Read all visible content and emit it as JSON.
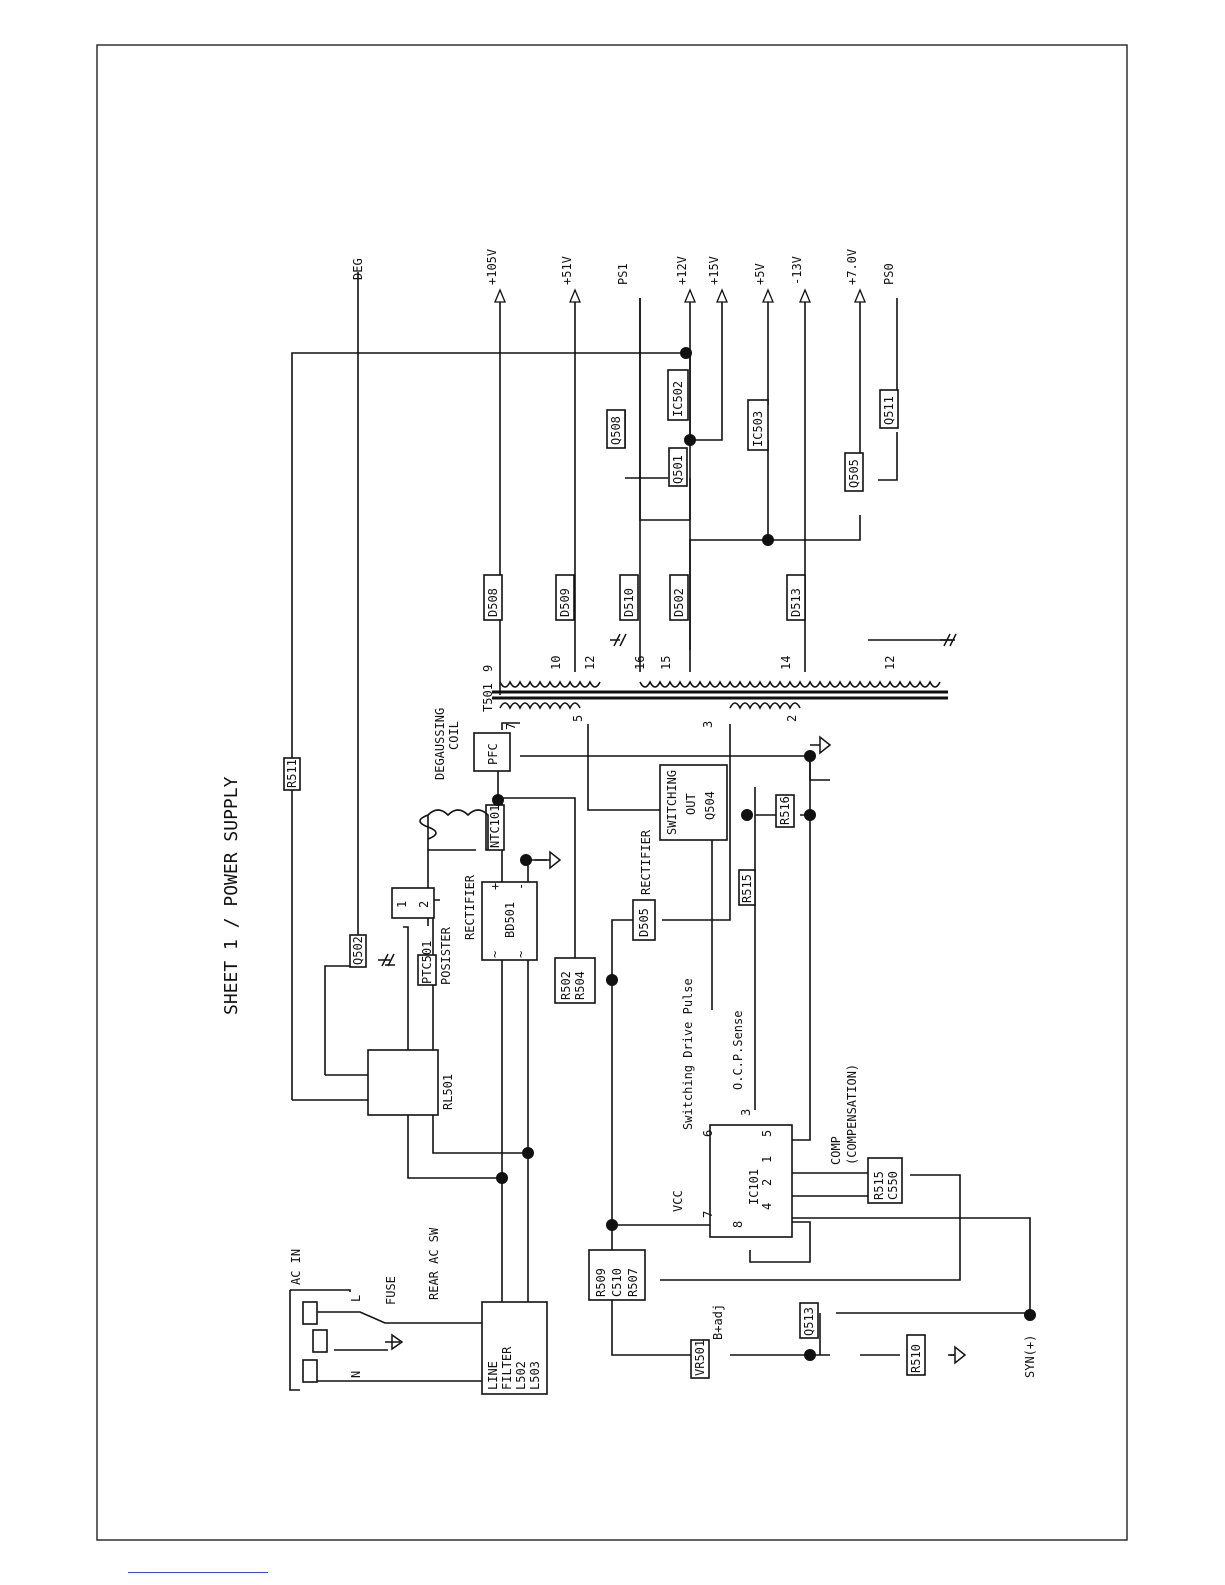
{
  "title": "SHEET 1 / POWER SUPPLY",
  "ac_input": {
    "connector": "AC IN",
    "pins": [
      "L",
      "N"
    ],
    "fuse": "FUSE",
    "switch": "REAR AC SW"
  },
  "line_filter": [
    "LINE",
    "FILTER",
    "L502",
    "L503"
  ],
  "signals": {
    "deg": "DEG",
    "degaussing": [
      "DEGAUSSING",
      "COIL"
    ],
    "rectifier_1": "RECTIFIER",
    "rectifier_2": "RECTIFIER",
    "posister": "POSISTER",
    "drive_pulse": "Switching Drive Pulse",
    "ocp_sense": "O.C.P.Sense",
    "comp": [
      "COMP",
      "(COMPENSATION)"
    ],
    "vcc": "VCC",
    "badj": "B+adj",
    "syn": "SYN(+)"
  },
  "components": {
    "r511": "R511",
    "q502": "Q502",
    "rl501": "RL501",
    "ptc501": "PTC501",
    "deg_pin1": "1",
    "deg_pin2": "2",
    "bd501": "BD501",
    "ntc101": "NTC101",
    "pfc": "PFC",
    "r502_r504": [
      "R502",
      "R504"
    ],
    "d505": "D505",
    "switching": [
      "SWITCHING",
      "OUT",
      "Q504"
    ],
    "r515a": "R515",
    "r516": "R516",
    "ic101": "IC101",
    "r515_c550": [
      "R515",
      "C550"
    ],
    "r509_c510_r507": [
      "R509",
      "C510",
      "R507"
    ],
    "vr501": "VR501",
    "q513": "Q513",
    "r510": "R510",
    "t501": "T501"
  },
  "ic_pins": [
    "1",
    "2",
    "4",
    "5",
    "6",
    "7",
    "8",
    "3"
  ],
  "bridge_pins": [
    "+",
    "-",
    "~",
    "~"
  ],
  "transformer": {
    "primary_pins": [
      "7",
      "5",
      "3",
      "2"
    ],
    "secondary_pins": [
      "9",
      "10",
      "12",
      "16",
      "15",
      "14",
      "12"
    ]
  },
  "diodes": [
    "D508",
    "D509",
    "D510",
    "D502",
    "D513"
  ],
  "regulators": [
    "Q508",
    "Q501",
    "IC502",
    "IC503",
    "Q505",
    "Q511"
  ],
  "outputs": [
    "+105V",
    "+51V",
    "PS1",
    "+12V",
    "+15V",
    "+5V",
    "-13V",
    "+7.0V",
    "PS0"
  ]
}
